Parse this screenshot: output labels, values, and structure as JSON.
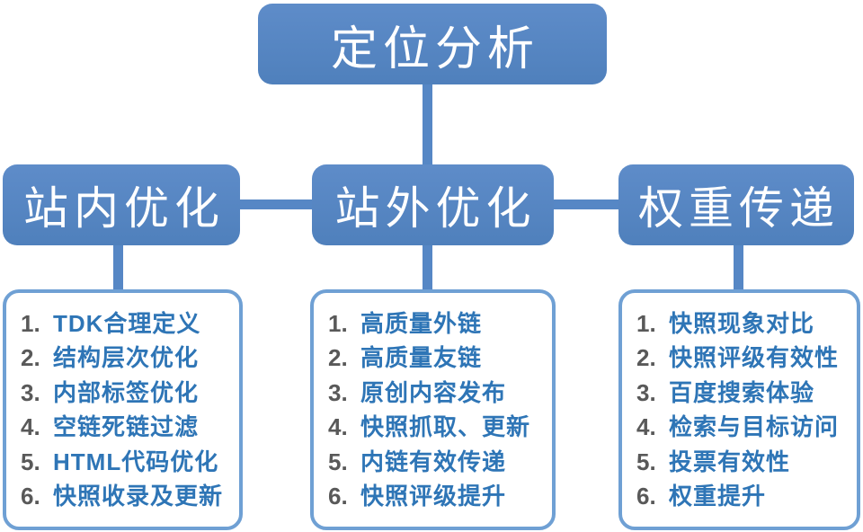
{
  "colors": {
    "node-fill": "#4F80BC",
    "node-fill-light": "#5E8CC9",
    "connector": "#5687C5",
    "list-border": "#6FA0D4",
    "item-text": "#2E75B6",
    "item-number": "#595959",
    "header-text": "#FFFFFF"
  },
  "root": {
    "label": "定位分析"
  },
  "branches": [
    {
      "label": "站内优化",
      "items": [
        {
          "num": "1.",
          "text": "TDK合理定义"
        },
        {
          "num": "2.",
          "text": "结构层次优化"
        },
        {
          "num": "3.",
          "text": "内部标签优化"
        },
        {
          "num": "4.",
          "text": "空链死链过滤"
        },
        {
          "num": "5.",
          "text": "HTML代码优化"
        },
        {
          "num": "6.",
          "text": "快照收录及更新"
        }
      ]
    },
    {
      "label": "站外优化",
      "items": [
        {
          "num": "1.",
          "text": "高质量外链"
        },
        {
          "num": "2.",
          "text": "高质量友链"
        },
        {
          "num": "3.",
          "text": "原创内容发布"
        },
        {
          "num": "4.",
          "text": "快照抓取、更新"
        },
        {
          "num": "5.",
          "text": "内链有效传递"
        },
        {
          "num": "6.",
          "text": "快照评级提升"
        }
      ]
    },
    {
      "label": "权重传递",
      "items": [
        {
          "num": "1.",
          "text": "快照现象对比"
        },
        {
          "num": "2.",
          "text": "快照评级有效性"
        },
        {
          "num": "3.",
          "text": "百度搜索体验"
        },
        {
          "num": "4.",
          "text": "检索与目标访问"
        },
        {
          "num": "5.",
          "text": "投票有效性"
        },
        {
          "num": "6.",
          "text": "权重提升"
        }
      ]
    }
  ]
}
